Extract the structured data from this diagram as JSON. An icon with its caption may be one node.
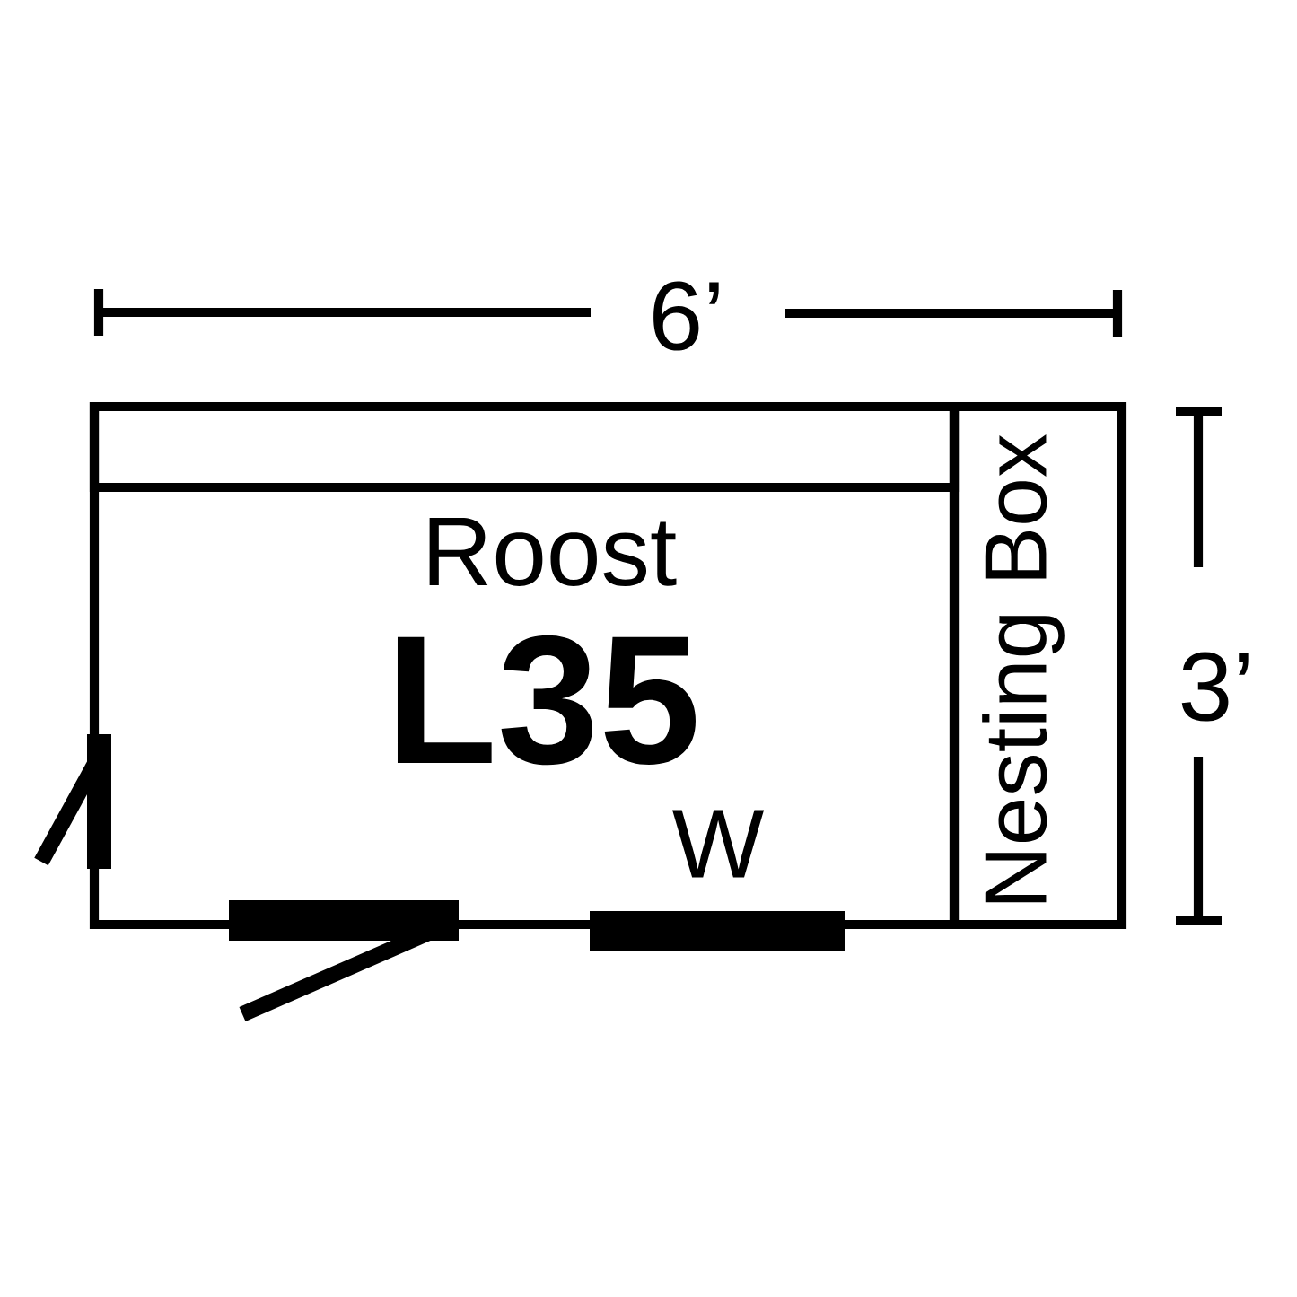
{
  "diagram": {
    "nodes": [
      {
        "text": [
          "L35"
        ]
      },
      {
        "text": [
          "Roost"
        ],
        "in": 0
      },
      {
        "text": [
          "Nesting Box"
        ]
      }
    ],
    "labels": [
      "6’",
      "3’",
      "W"
    ]
  }
}
